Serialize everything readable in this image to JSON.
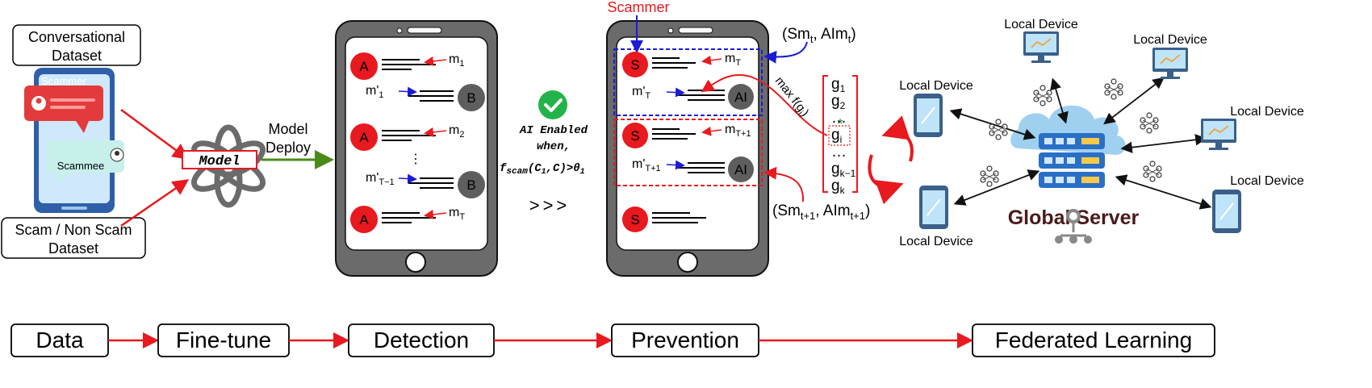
{
  "inputs": {
    "conversational_dataset": [
      "Conversational",
      "Dataset"
    ],
    "scam_dataset": [
      "Scam / Non Scam",
      "Dataset"
    ],
    "scammer_bubble": "Scammer",
    "scammee_bubble": "Scammee"
  },
  "model": {
    "label": "Model",
    "deploy_label": [
      "Model",
      "Deploy"
    ]
  },
  "detection_phone": {
    "rows": [
      {
        "avatar": "A",
        "msg": "m",
        "sub": "1"
      },
      {
        "avatar": "B",
        "msg": "m'",
        "sub": "1"
      },
      {
        "avatar": "A",
        "msg": "m",
        "sub": "2"
      },
      {
        "avatar": "B",
        "msg": "m'",
        "sub": "T−1"
      },
      {
        "avatar": "A",
        "msg": "m",
        "sub": "T"
      }
    ],
    "ellipsis": "⋮"
  },
  "ai_enabled": {
    "line1": "AI Enabled",
    "line2": "when,",
    "formula": "fscam(C1,C)>θ1",
    "formula_parts": {
      "f": "f",
      "fsub": "scam",
      "args": "(C",
      "argsub": "1",
      "rest": ",C)>θ",
      "thsub": "1"
    },
    "arrows": ">>>"
  },
  "prevention_phone": {
    "scammer_label": "Scammer",
    "rows": [
      {
        "avatar": "S",
        "msg": "m",
        "sub": "T"
      },
      {
        "avatar": "AI",
        "msg": "m'",
        "sub": "T"
      },
      {
        "avatar": "S",
        "msg": "m",
        "sub": "T+1"
      },
      {
        "avatar": "AI",
        "msg": "m'",
        "sub": "T+1"
      },
      {
        "avatar": "S",
        "msg": "",
        "sub": ""
      }
    ],
    "state_t": {
      "sm": "Sm",
      "sm_sub": "t",
      "aim": "AIm",
      "aim_sub": "t"
    },
    "state_t1": {
      "sm": "Sm",
      "sm_sub": "t+1",
      "aim": "AIm",
      "aim_sub": "t+1"
    },
    "max_label": "max f(g",
    "max_sub": "i",
    "g_list": [
      {
        "g": "g",
        "sub": "1"
      },
      {
        "g": "g",
        "sub": "2"
      },
      {
        "g": "…",
        "sub": ""
      },
      {
        "g": "g",
        "sub": "i"
      },
      {
        "g": "…",
        "sub": ""
      },
      {
        "g": "g",
        "sub": "k−1"
      },
      {
        "g": "g",
        "sub": "k"
      }
    ]
  },
  "federated": {
    "local_device_label": "Local Device",
    "global_server_label": "Global Server"
  },
  "pipeline": [
    "Data",
    "Fine-tune",
    "Detection",
    "Prevention",
    "Federated Learning"
  ],
  "colors": {
    "red": "#e8191f",
    "dark_red": "#d21d1d",
    "blue": "#1b1bd6",
    "green": "#4a8a1a",
    "check_green": "#23b34a",
    "phone_gray": "#6b6b6b",
    "avatar_gray": "#5e5e5e",
    "server_blue": "#2a6fc6",
    "cloud_blue": "#9fd0f0"
  }
}
